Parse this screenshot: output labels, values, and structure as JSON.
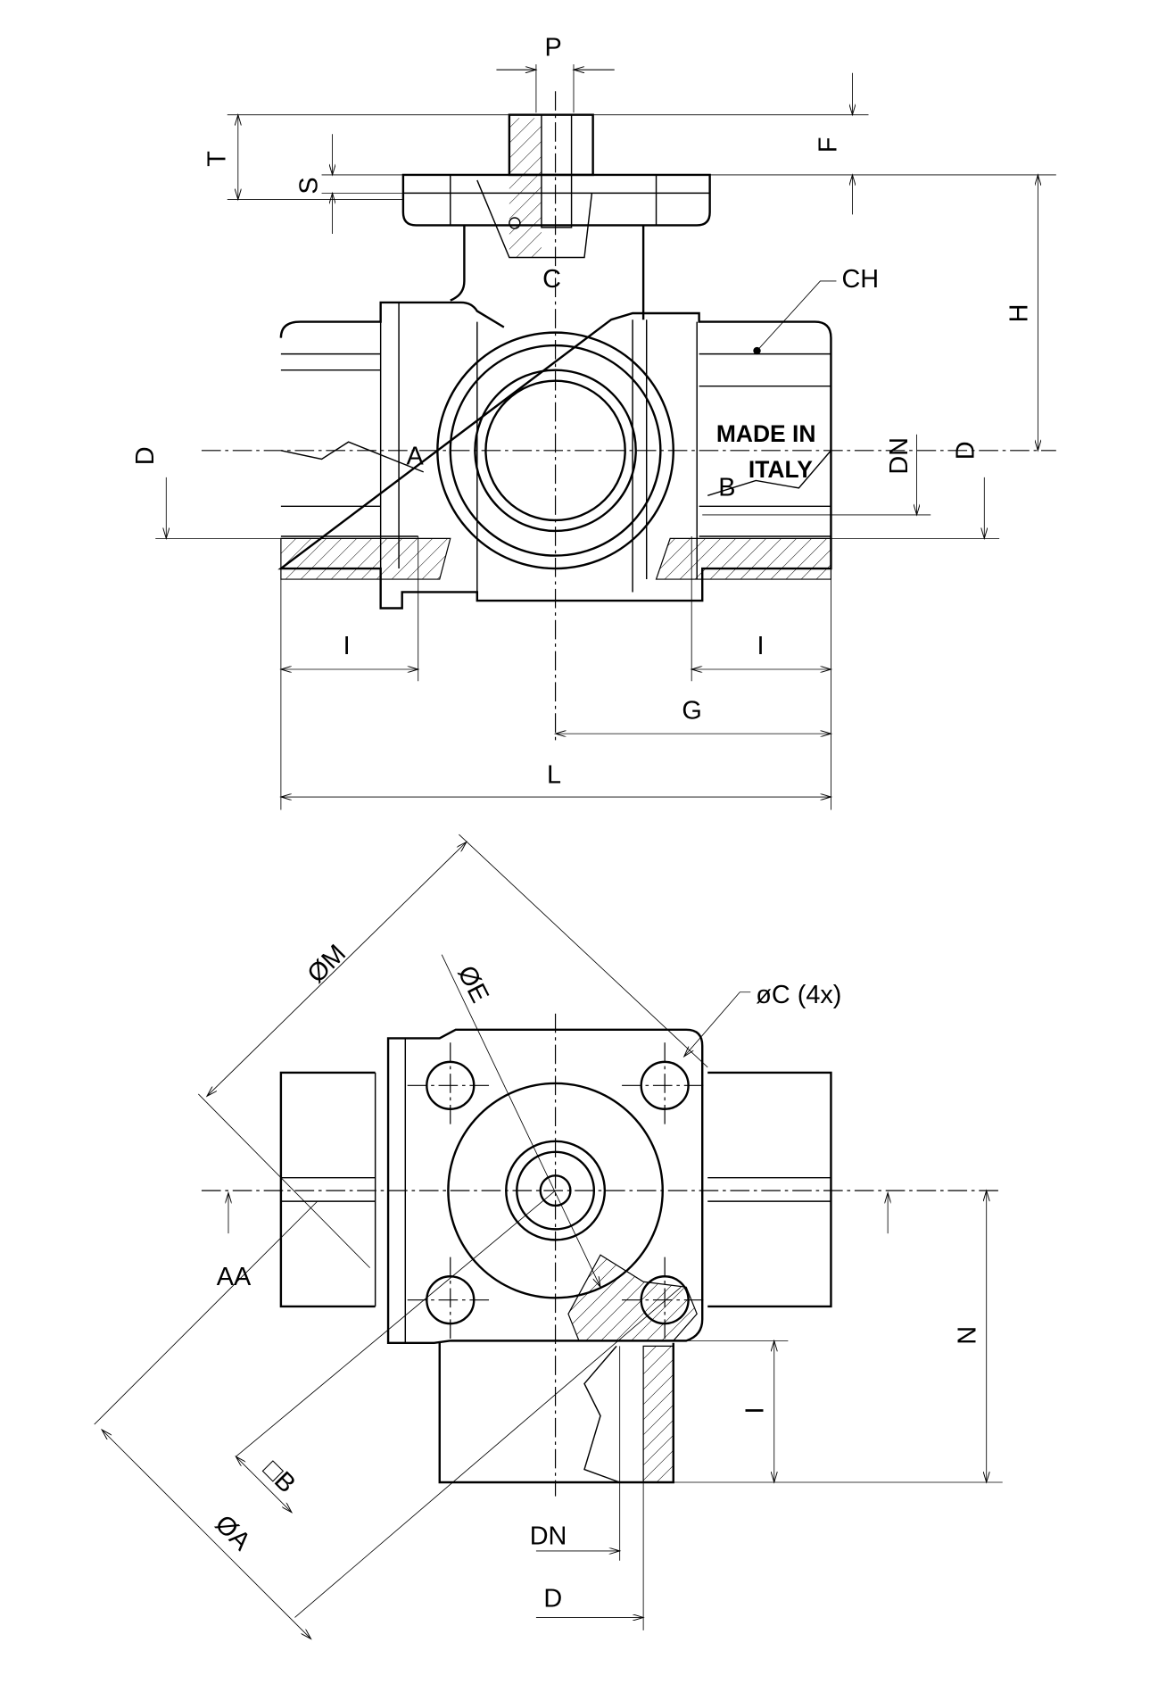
{
  "drawing": {
    "top_view": {
      "dimensions": [
        "P",
        "T",
        "S",
        "F",
        "C",
        "CH",
        "H",
        "D",
        "A",
        "DN",
        "D",
        "B",
        "I",
        "I",
        "G",
        "L"
      ],
      "marking": [
        "MADE IN",
        "ITALY"
      ]
    },
    "bottom_view": {
      "dimensions": [
        "ØM",
        "ØE",
        "øC (4x)",
        "AA",
        "N",
        "I",
        "□B",
        "ØA",
        "DN",
        "D"
      ]
    }
  }
}
